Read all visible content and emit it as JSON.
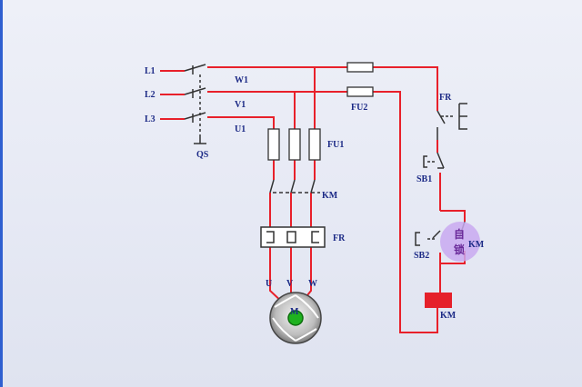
{
  "diagram": {
    "lines": {
      "l1": "L1",
      "l2": "L2",
      "l3": "L3",
      "w1": "W1",
      "v1": "V1",
      "u1": "U1"
    },
    "components": {
      "qs": "QS",
      "fu1": "FU1",
      "fu2": "FU2",
      "km_main": "KM",
      "fr_main": "FR",
      "fr_ctrl": "FR",
      "sb1": "SB1",
      "sb2": "SB2",
      "km_aux": "KM",
      "km_coil": "KM",
      "motor": "M"
    },
    "motor_terminals": {
      "u": "U",
      "v": "V",
      "w": "W"
    },
    "highlight": {
      "line1": "自",
      "line2": "锁"
    },
    "colors": {
      "wire": "#e8202a",
      "component": "#333333",
      "label": "#1c2a86",
      "coil": "#e5202a",
      "highlight": "#c9a9f0",
      "motor_center": "#1fb21f"
    }
  }
}
